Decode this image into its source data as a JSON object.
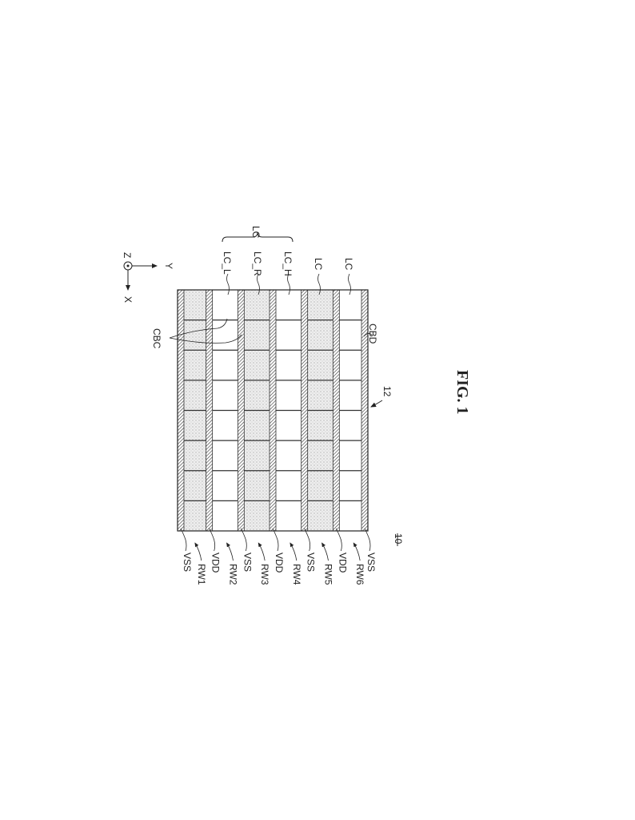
{
  "figure_label": "FIG. 1",
  "reference_numerals": {
    "device": "10",
    "array": "12"
  },
  "axes": {
    "z": "Z",
    "y": "Y",
    "x": "X"
  },
  "top_labels": {
    "group": "LC",
    "members": [
      "LC_L",
      "LC_R",
      "LC_H"
    ],
    "others": [
      "LC",
      "LC"
    ]
  },
  "side_labels": {
    "cbc": "CBC",
    "cbd": "CBD"
  },
  "rails": [
    "VSS",
    "VDD",
    "VSS",
    "VDD",
    "VSS",
    "VDD",
    "VSS"
  ],
  "rows": [
    "RW1",
    "RW2",
    "RW3",
    "RW4",
    "RW5",
    "RW6"
  ],
  "grid": {
    "row_count": 6,
    "cell_columns": 8,
    "shaded_rows": [
      "RW1",
      "RW3",
      "RW5"
    ]
  }
}
